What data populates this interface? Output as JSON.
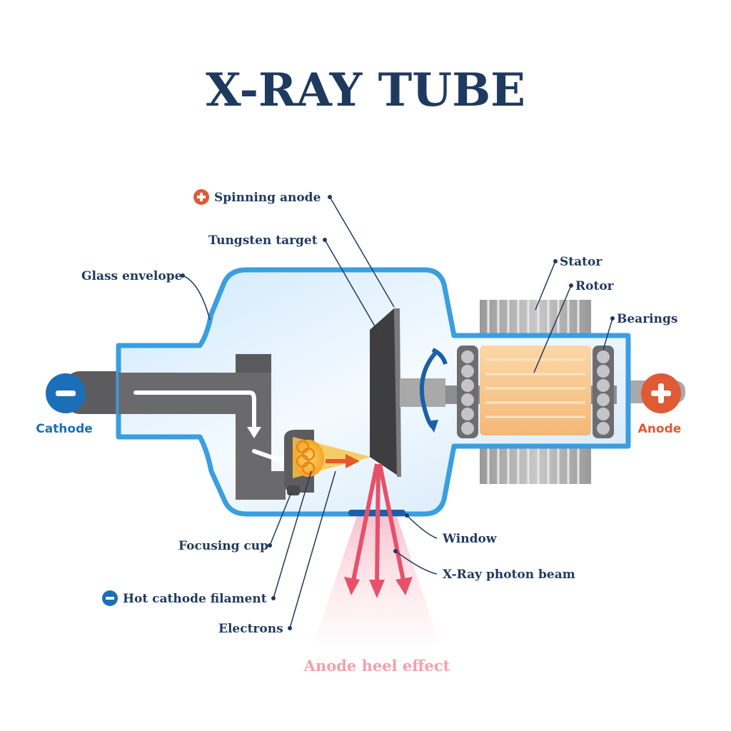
{
  "title": "X-RAY TUBE",
  "labels": {
    "spinning_anode": "Spinning anode",
    "tungsten_target": "Tungsten target",
    "glass_envelope": "Glass envelope",
    "stator": "Stator",
    "rotor": "Rotor",
    "bearings": "Bearings",
    "cathode": "Cathode",
    "anode": "Anode",
    "window": "Window",
    "xray_photon_beam": "X-Ray photon beam",
    "focusing_cup": "Focusing cup",
    "hot_cathode_filament": "Hot cathode filament",
    "electrons": "Electrons",
    "anode_heel_effect": "Anode heel effect"
  },
  "colors": {
    "title": "#1f3a5f",
    "envelope_stroke": "#3a9ee0",
    "envelope_fill": "#d9eefc",
    "cathode_blue": "#1a6fb8",
    "anode_red": "#e05a35",
    "beam_pink": "#f2a0ae",
    "rotor_orange": "#f7c48a"
  },
  "icons": {
    "cathode_terminal": "minus-icon",
    "anode_terminal": "plus-icon",
    "spinning_anode_marker": "plus-icon",
    "filament_marker": "minus-icon"
  }
}
